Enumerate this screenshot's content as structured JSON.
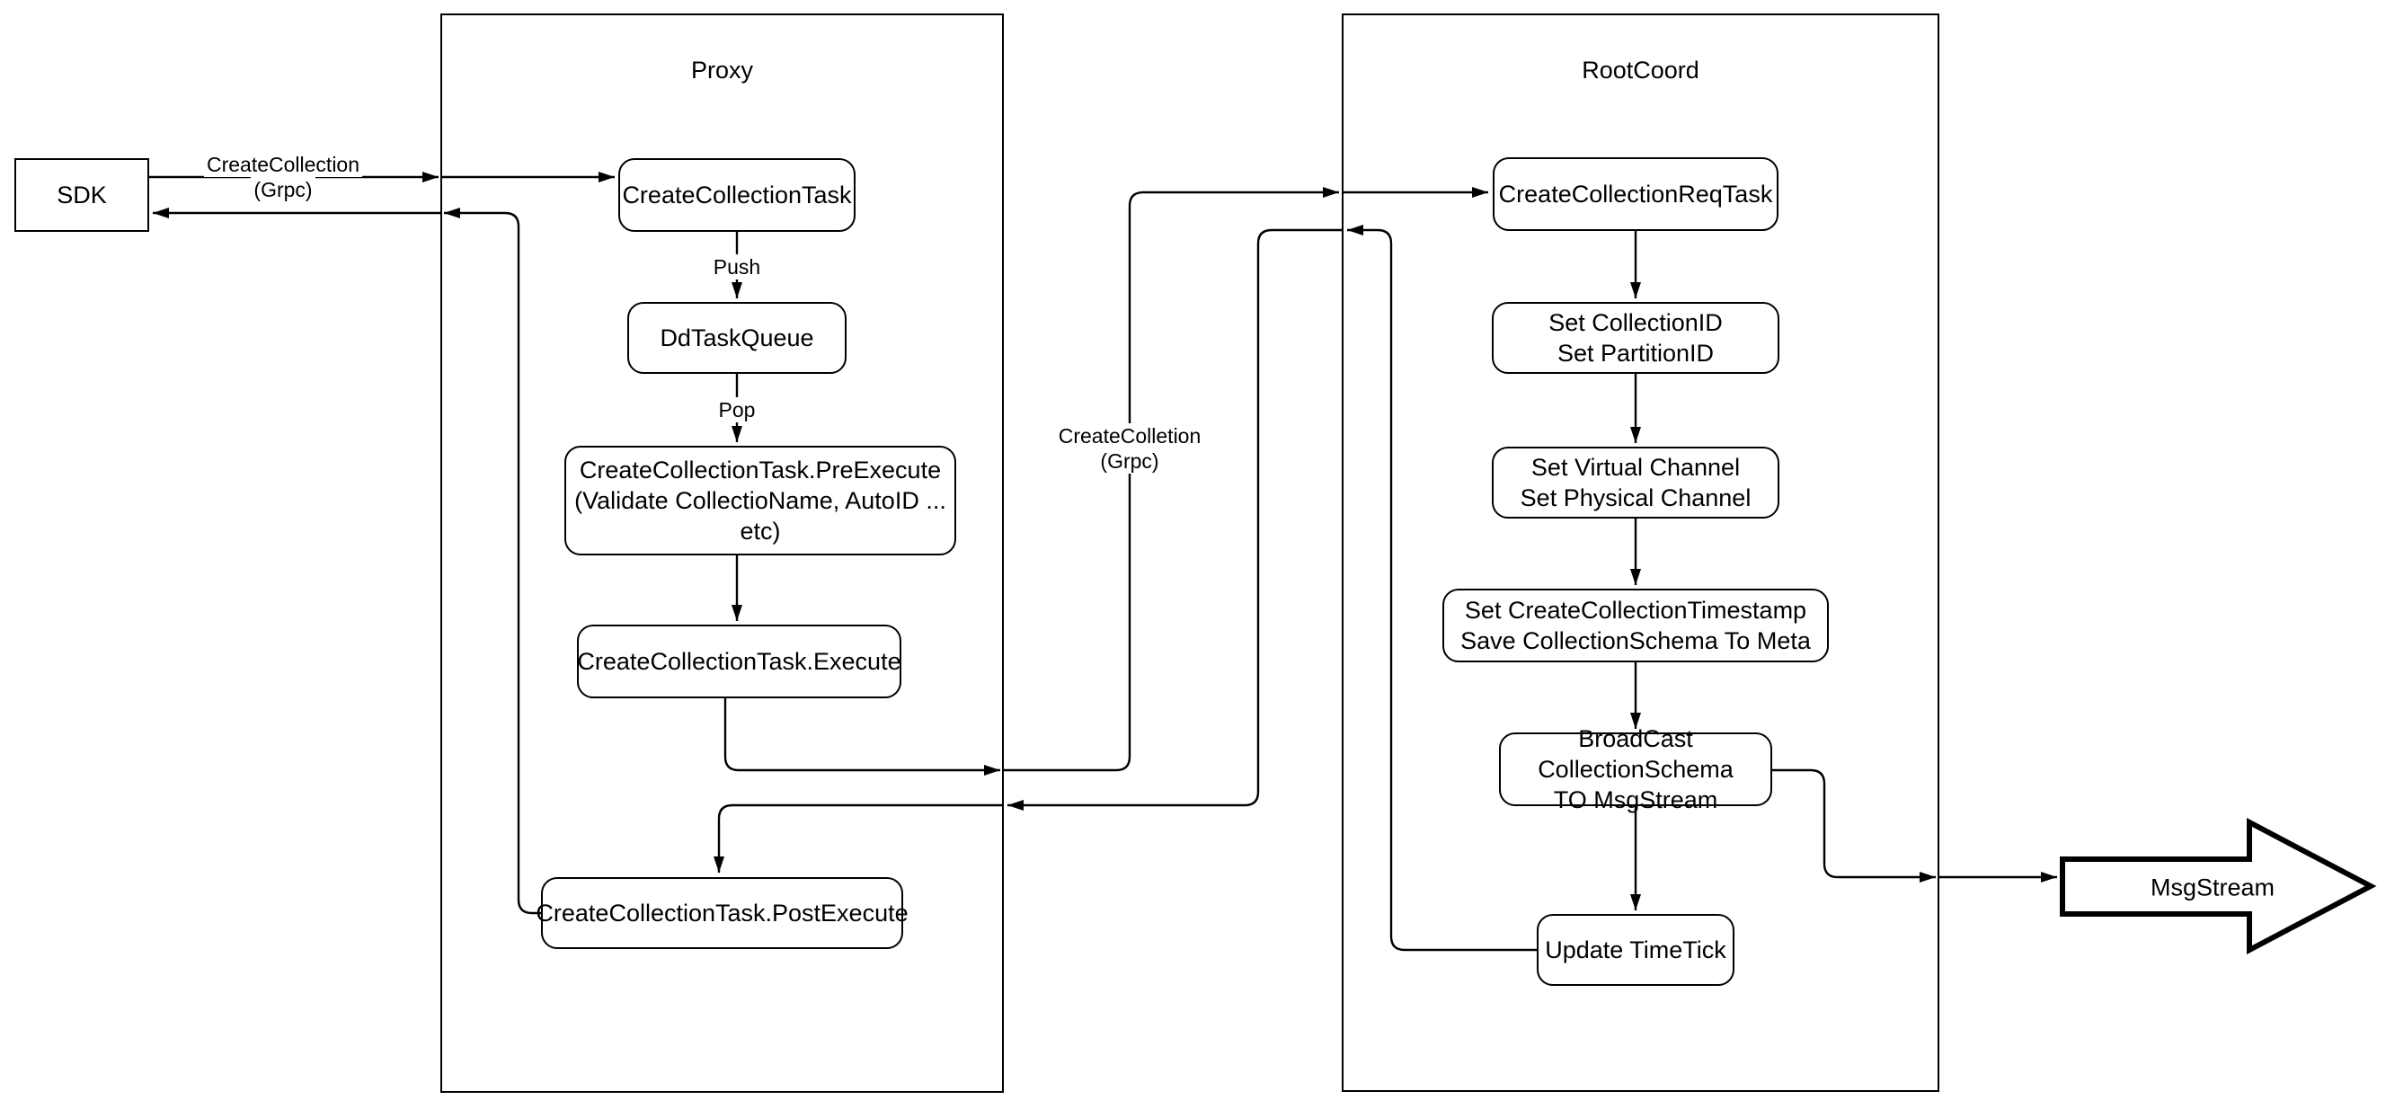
{
  "diagram": {
    "background": "#ffffff",
    "stroke_color": "#000000",
    "sdk": {
      "label": "SDK"
    },
    "proxy": {
      "title": "Proxy",
      "nodes": {
        "create_collection_task": {
          "label": "CreateCollectionTask"
        },
        "dd_task_queue": {
          "label": "DdTaskQueue"
        },
        "pre_execute": {
          "line1": "CreateCollectionTask.PreExecute",
          "line2": "(Validate CollectioName, AutoID ... etc)"
        },
        "execute": {
          "label": "CreateCollectionTask.Execute"
        },
        "post_execute": {
          "label": "CreateCollectionTask.PostExecute"
        }
      }
    },
    "rootcoord": {
      "title": "RootCoord",
      "nodes": {
        "req_task": {
          "label": "CreateCollectionReqTask"
        },
        "set_ids": {
          "line1": "Set CollectionID",
          "line2": "Set PartitionID"
        },
        "set_channels": {
          "line1": "Set Virtual Channel",
          "line2": "Set Physical Channel"
        },
        "set_timestamp": {
          "line1": "Set CreateCollectionTimestamp",
          "line2": "Save CollectionSchema To Meta"
        },
        "broadcast": {
          "line1": "BroadCast CollectionSchema",
          "line2": "TO MsgStream"
        },
        "update_timetick": {
          "label": "Update TimeTick"
        }
      }
    },
    "edge_labels": {
      "sdk_to_proxy": {
        "line1": "CreateCollection",
        "line2": "(Grpc)"
      },
      "push": "Push",
      "pop": "Pop",
      "proxy_to_rootcoord": {
        "line1": "CreateColletion",
        "line2": "(Grpc)"
      }
    },
    "msgstream": {
      "label": "MsgStream"
    }
  }
}
